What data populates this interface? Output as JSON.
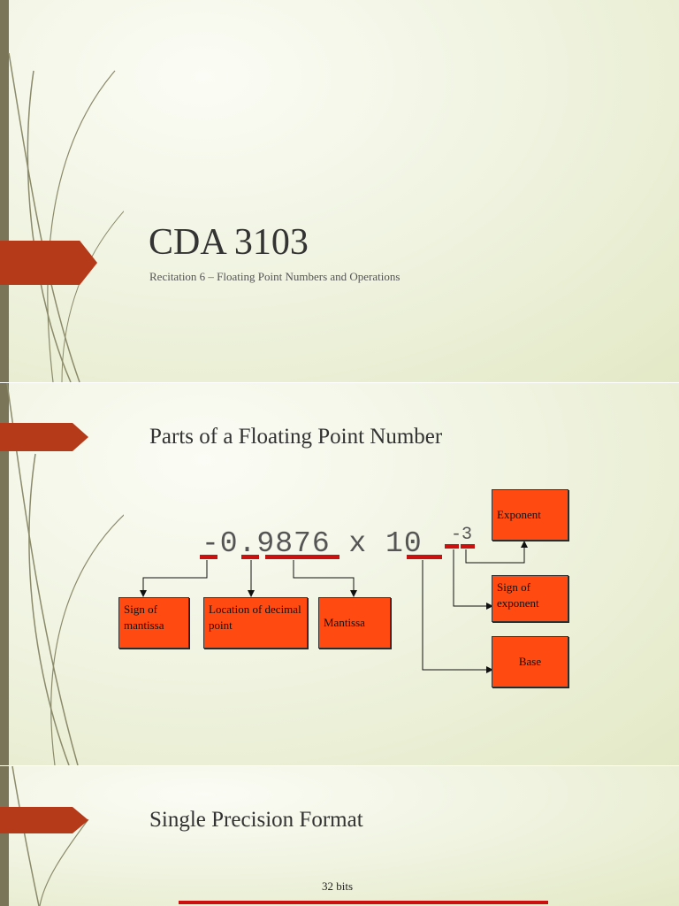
{
  "slide1": {
    "title": "CDA 3103",
    "subtitle": "Recitation 6 – Floating Point Numbers and Operations"
  },
  "slide2": {
    "title": "Parts of a Floating Point Number",
    "number": "-0.9876 x 10",
    "exponent": "-3",
    "boxes": {
      "sign_of_mantissa": "Sign of mantissa",
      "location_of_decimal_point": "Location of decimal point",
      "mantissa": "Mantissa",
      "exponent": "Exponent",
      "sign_of_exponent": "Sign of exponent",
      "base": "Base"
    }
  },
  "slide3": {
    "title": "Single Precision Format",
    "bits_label": "32 bits"
  },
  "colors": {
    "accent": "#b43a1a",
    "box_fill": "#ff4a12",
    "underline": "#cc1010",
    "sidebar": "#7a7458"
  }
}
